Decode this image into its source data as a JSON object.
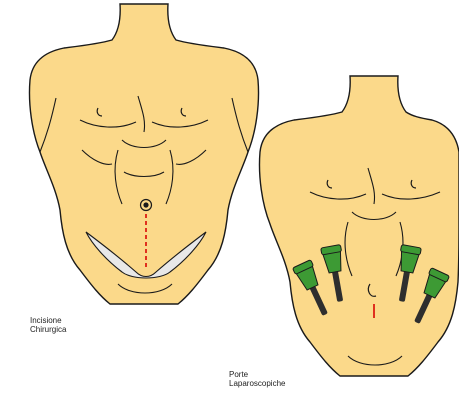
{
  "captions": {
    "left_line1": "Incisione",
    "left_line2": "Chirurgica",
    "right_line1": "Porte",
    "right_line2": "Laparoscopiche"
  },
  "colors": {
    "skin": "#fbd98a",
    "outline": "#1a1a1a",
    "incision": "#e0301e",
    "trocar_green": "#3d9a34",
    "trocar_dark": "#2e2e2e",
    "retractor": "#e8e8e8"
  }
}
